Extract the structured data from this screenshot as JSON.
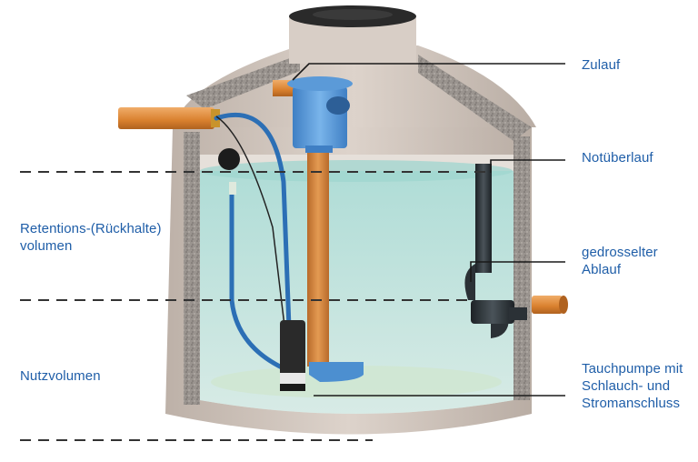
{
  "labels": {
    "zulauf": "Zulauf",
    "notueberlauf": "Notüberlauf",
    "gedrosselter_ablauf": [
      "gedrosselter",
      "Ablauf"
    ],
    "tauchpumpe": [
      "Tauchpumpe mit",
      "Schlauch- und",
      "Stromanschluss"
    ],
    "retentionsvolumen": [
      "Retentions-(Rückhalte)",
      "volumen"
    ],
    "nutzvolumen": "Nutzvolumen"
  },
  "colors": {
    "label_text": "#1f5ea8",
    "tank_concrete": "#cfc4bb",
    "water": "#bfe3df",
    "orange_pipe": "#e08a3a",
    "blue_hose": "#2c6fb5",
    "pump": "#2c2c2c",
    "overflow_pipe": "#2f3438"
  }
}
